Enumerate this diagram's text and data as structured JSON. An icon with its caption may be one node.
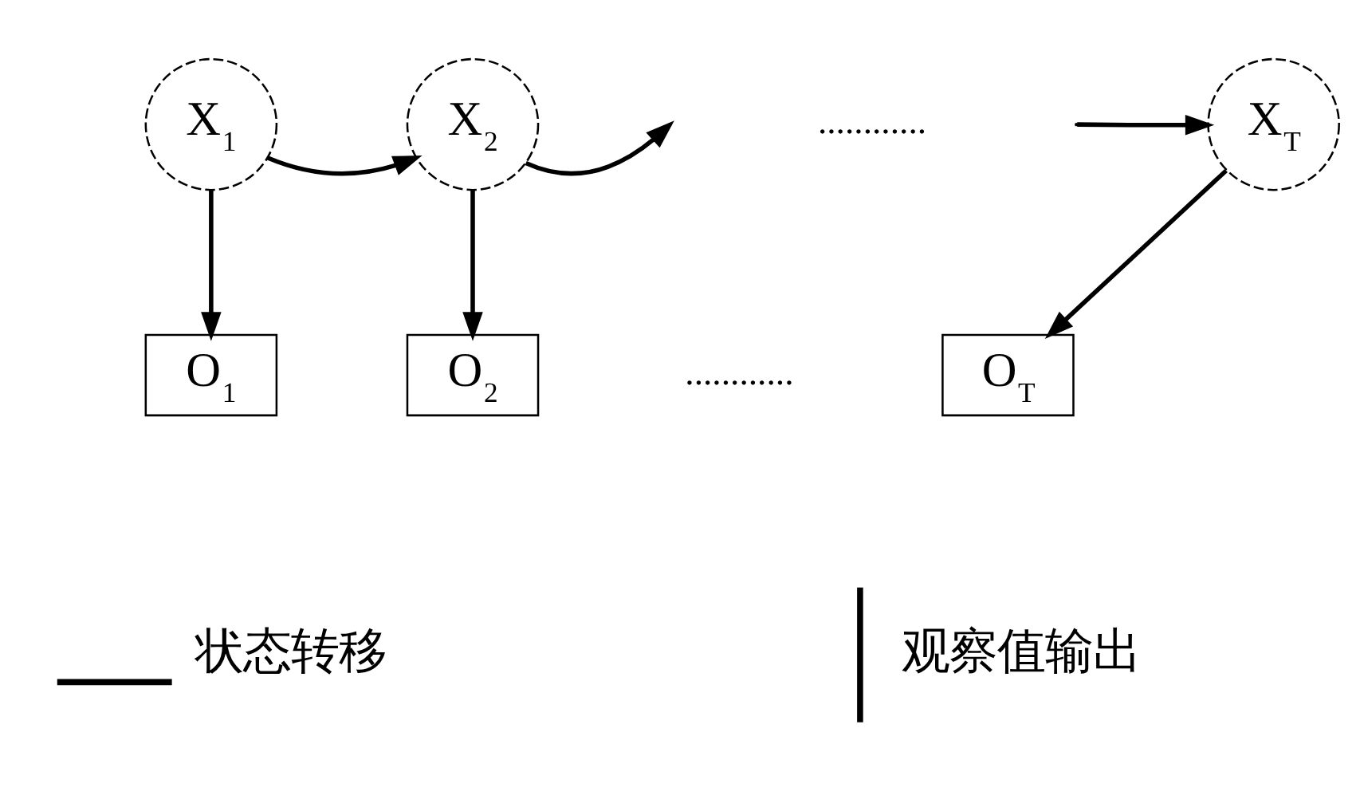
{
  "diagram": {
    "nodes": [
      {
        "text": [
          "X$_{1}$"
        ]
      },
      {
        "text": [
          "X$_{2}$"
        ]
      },
      {
        "text": [
          "X$_{T}$"
        ]
      },
      {
        "text": [
          "O$_{1}$"
        ]
      },
      {
        "text": [
          "O$_{2}$"
        ]
      },
      {
        "text": [
          "O$_{T}$"
        ]
      }
    ],
    "edges": [
      {
        "from": 0,
        "to": 1,
        "arrow": "to"
      },
      {
        "from": 1,
        "to": null,
        "arrow": "to"
      },
      {
        "from": null,
        "to": 2,
        "arrow": "to"
      },
      {
        "from": 0,
        "to": 3,
        "arrow": "to"
      },
      {
        "from": 1,
        "to": 4,
        "arrow": "to"
      },
      {
        "from": 2,
        "to": 5,
        "arrow": "to"
      }
    ],
    "labels": [
      "............",
      "............"
    ],
    "legend": [
      {
        "text": "状态转移"
      },
      {
        "text": "观察值输出"
      }
    ]
  }
}
